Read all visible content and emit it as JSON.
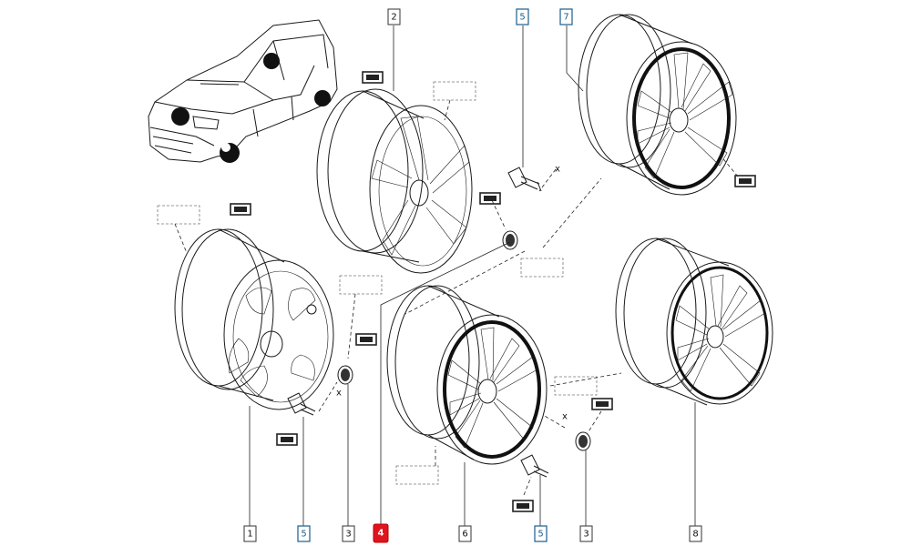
{
  "diagram": {
    "callouts": [
      {
        "id": "c1",
        "label": "1",
        "style": "plain"
      },
      {
        "id": "c2",
        "label": "2",
        "style": "plain"
      },
      {
        "id": "c3a",
        "label": "3",
        "style": "plain"
      },
      {
        "id": "c3b",
        "label": "3",
        "style": "plain"
      },
      {
        "id": "c4",
        "label": "4",
        "style": "selected"
      },
      {
        "id": "c5a",
        "label": "5",
        "style": "blue"
      },
      {
        "id": "c5b",
        "label": "5",
        "style": "blue"
      },
      {
        "id": "c5c",
        "label": "5",
        "style": "blue"
      },
      {
        "id": "c6",
        "label": "6",
        "style": "plain"
      },
      {
        "id": "c7",
        "label": "7",
        "style": "blue"
      },
      {
        "id": "c8",
        "label": "8",
        "style": "plain"
      }
    ],
    "axis_marker": "x",
    "colors": {
      "line": "#1a1a1a",
      "selected_callout": "#e0141e",
      "blue_callout": "#1a5d8c",
      "background": "#ffffff"
    }
  }
}
